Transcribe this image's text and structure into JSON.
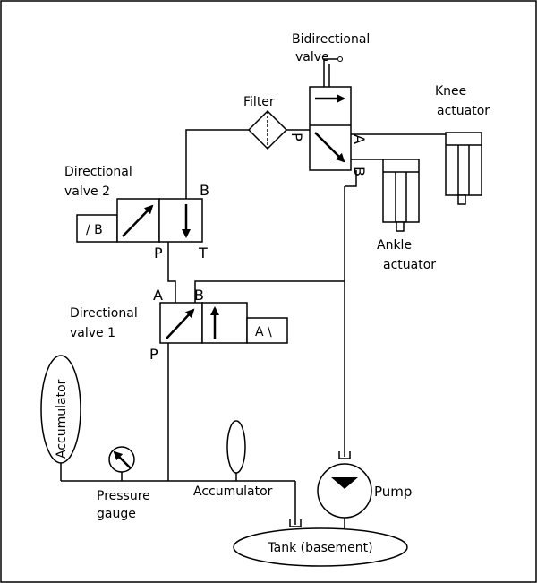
{
  "labels": {
    "bidirectional_valve": [
      "Bidirectional",
      "valve"
    ],
    "filter": "Filter",
    "knee_actuator": [
      "Knee",
      "actuator"
    ],
    "ankle_actuator": [
      "Ankle",
      "actuator"
    ],
    "directional_valve_2": [
      "Directional",
      "valve 2"
    ],
    "directional_valve_1": [
      "Directional",
      "valve 1"
    ],
    "accumulator_left": "Accumulator",
    "accumulator_right": "Accumulator",
    "pressure_gauge": [
      "Pressure",
      "gauge"
    ],
    "pump": "Pump",
    "tank": "Tank (basement)"
  },
  "ports": {
    "bidir_P": "P",
    "bidir_A": "A",
    "bidir_B": "B",
    "dv2_B": "B",
    "dv2_P": "P",
    "dv2_T": "T",
    "dv1_A": "A",
    "dv1_B": "B",
    "dv1_P": "P"
  },
  "solenoids": {
    "dv2": "/ B",
    "dv1": "A \\"
  }
}
